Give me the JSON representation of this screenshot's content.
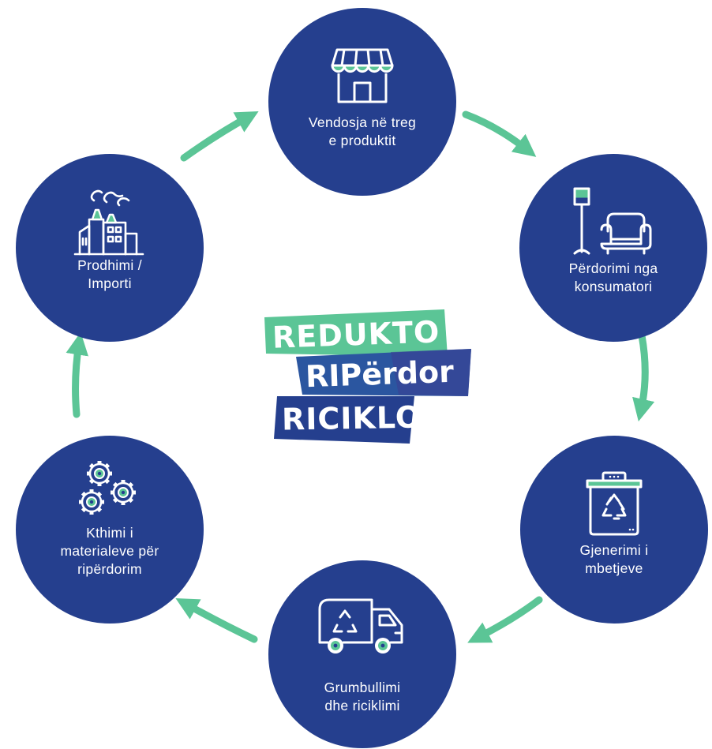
{
  "diagram": {
    "nodes": [
      {
        "id": "n1",
        "lines": [
          "Vendosja në treg",
          "e produktit"
        ],
        "icon": "shop-icon"
      },
      {
        "id": "n2",
        "lines": [
          "Përdorimi nga",
          "konsumatori"
        ],
        "icon": "furniture-icon"
      },
      {
        "id": "n3",
        "lines": [
          "Gjenerimi i",
          "mbetjeve"
        ],
        "icon": "recycle-bin-icon"
      },
      {
        "id": "n4",
        "lines": [
          "Grumbullimi",
          "dhe riciklimi"
        ],
        "icon": "recycling-truck-icon"
      },
      {
        "id": "n5",
        "lines": [
          "Kthimi i",
          "materialeve për",
          "ripërdorim"
        ],
        "icon": "gears-icon"
      },
      {
        "id": "n6",
        "lines": [
          "Prodhimi /",
          "Importi"
        ],
        "icon": "factory-icon"
      }
    ],
    "slogan": {
      "line1": "REDUKTO",
      "line2": "RIPërdor",
      "line3": "RICIKLO"
    },
    "colors": {
      "circle": "#253f8e",
      "arrow": "#5bc596",
      "accent": "#5bc596",
      "slogan_bg": "#253f8e"
    }
  }
}
